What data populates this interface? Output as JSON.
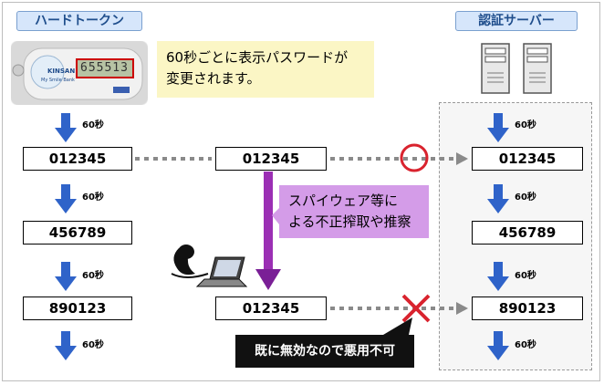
{
  "headers": {
    "left": "ハードトークン",
    "right": "認証サーバー"
  },
  "token": {
    "brand": "KINSAN",
    "brand_sub": "My Smile Bank",
    "display": "655513"
  },
  "callout": {
    "line1": "60秒ごとに表示パスワードが",
    "line2": "変更されます。"
  },
  "interval_label": "60秒",
  "token_codes": [
    "012345",
    "456789",
    "890123"
  ],
  "intercepted_codes": [
    "012345",
    "012345"
  ],
  "server_codes": [
    "012345",
    "456789",
    "890123"
  ],
  "spyware_note": {
    "line1": "スパイウェア等に",
    "line2": "よる不正搾取や推察"
  },
  "invalid_note": "既に無効なので悪用不可",
  "colors": {
    "arrow_blue": "#2f63c9",
    "dotted_gray": "#8a8a8a",
    "accept_circle": "#d9232e",
    "reject_cross": "#d9232e",
    "spy_purple": "#9b2fb4"
  }
}
